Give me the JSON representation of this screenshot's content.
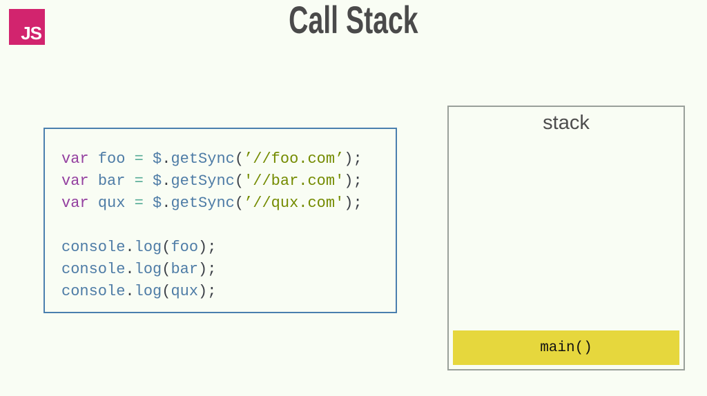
{
  "title": "Call Stack",
  "logo": {
    "text": "JS"
  },
  "colors": {
    "bg": "#f9fdf4",
    "title_color": "#4a4a4a",
    "logo_bg": "#d2246e",
    "logo_text": "#ffffff",
    "code_border": "#4a7fae",
    "kw": "#9440a0",
    "variable": "#4e7ca6",
    "func": "#4e7ca6",
    "operator": "#55ab96",
    "punct": "#3d4148",
    "string": "#748b00",
    "stack_border": "#9aa09a",
    "stack_label": "#4d4d4d",
    "frame_text": "#111111"
  },
  "code_panel": {
    "lines": [
      {
        "tokens": [
          {
            "t": "kw",
            "v": "var"
          },
          {
            "t": "pl",
            "v": " "
          },
          {
            "t": "vr",
            "v": "foo"
          },
          {
            "t": "pl",
            "v": " "
          },
          {
            "t": "op",
            "v": "="
          },
          {
            "t": "pl",
            "v": " "
          },
          {
            "t": "vr",
            "v": "$"
          },
          {
            "t": "pu",
            "v": "."
          },
          {
            "t": "fn",
            "v": "getSync"
          },
          {
            "t": "pu",
            "v": "("
          },
          {
            "t": "str",
            "v": "’//foo.com’"
          },
          {
            "t": "pu",
            "v": ");"
          }
        ]
      },
      {
        "tokens": [
          {
            "t": "kw",
            "v": "var"
          },
          {
            "t": "pl",
            "v": " "
          },
          {
            "t": "vr",
            "v": "bar"
          },
          {
            "t": "pl",
            "v": " "
          },
          {
            "t": "op",
            "v": "="
          },
          {
            "t": "pl",
            "v": " "
          },
          {
            "t": "vr",
            "v": "$"
          },
          {
            "t": "pu",
            "v": "."
          },
          {
            "t": "fn",
            "v": "getSync"
          },
          {
            "t": "pu",
            "v": "("
          },
          {
            "t": "str",
            "v": "'//bar.com'"
          },
          {
            "t": "pu",
            "v": ");"
          }
        ]
      },
      {
        "tokens": [
          {
            "t": "kw",
            "v": "var"
          },
          {
            "t": "pl",
            "v": " "
          },
          {
            "t": "vr",
            "v": "qux"
          },
          {
            "t": "pl",
            "v": " "
          },
          {
            "t": "op",
            "v": "="
          },
          {
            "t": "pl",
            "v": " "
          },
          {
            "t": "vr",
            "v": "$"
          },
          {
            "t": "pu",
            "v": "."
          },
          {
            "t": "fn",
            "v": "getSync"
          },
          {
            "t": "pu",
            "v": "("
          },
          {
            "t": "str",
            "v": "’//qux.com'"
          },
          {
            "t": "pu",
            "v": ");"
          }
        ]
      },
      {
        "tokens": []
      },
      {
        "tokens": [
          {
            "t": "vr",
            "v": "console"
          },
          {
            "t": "pu",
            "v": "."
          },
          {
            "t": "fn",
            "v": "log"
          },
          {
            "t": "pu",
            "v": "("
          },
          {
            "t": "vr",
            "v": "foo"
          },
          {
            "t": "pu",
            "v": ");"
          }
        ]
      },
      {
        "tokens": [
          {
            "t": "vr",
            "v": "console"
          },
          {
            "t": "pu",
            "v": "."
          },
          {
            "t": "fn",
            "v": "log"
          },
          {
            "t": "pu",
            "v": "("
          },
          {
            "t": "vr",
            "v": "bar"
          },
          {
            "t": "pu",
            "v": ");"
          }
        ]
      },
      {
        "tokens": [
          {
            "t": "vr",
            "v": "console"
          },
          {
            "t": "pu",
            "v": "."
          },
          {
            "t": "fn",
            "v": "log"
          },
          {
            "t": "pu",
            "v": "("
          },
          {
            "t": "vr",
            "v": "qux"
          },
          {
            "t": "pu",
            "v": ");"
          }
        ]
      }
    ]
  },
  "stack_panel": {
    "label": "stack",
    "frames": [
      {
        "label": "main()",
        "bg": "#e6d73d"
      }
    ]
  }
}
